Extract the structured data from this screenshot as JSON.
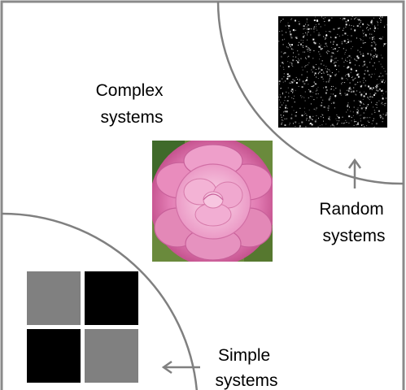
{
  "labels": {
    "complex": [
      "Complex",
      "systems"
    ],
    "random": [
      "Random",
      "systems"
    ],
    "simple": [
      "Simple",
      "systems"
    ]
  },
  "colors": {
    "frame": "#8a8a8a",
    "arc": "#808080",
    "arrow": "#808080",
    "simple_gray": "#808080",
    "simple_black": "#000000",
    "noise_background": "#000000",
    "noise_speckle": "#ffffff"
  },
  "images": {
    "random_image": "black-noise-with-white-speckles",
    "complex_image": "pink-rose-photo",
    "simple_image": "2x2-checkerboard-gray-black"
  },
  "simple_grid": [
    [
      "gray",
      "black"
    ],
    [
      "black",
      "gray"
    ]
  ]
}
